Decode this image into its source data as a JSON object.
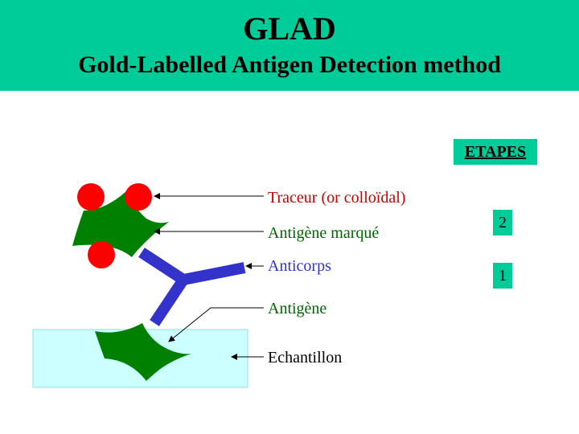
{
  "header": {
    "title": "GLAD",
    "subtitle": "Gold-Labelled Antigen Detection method"
  },
  "etapes": {
    "label": "ETAPES",
    "steps": [
      "2",
      "1"
    ]
  },
  "labels": {
    "traceur": "Traceur (or colloïdal)",
    "antigene_marque": "Antigène marqué",
    "anticorps": "Anticorps",
    "antigene": "Antigène",
    "echantillon": "Echantillon"
  },
  "colors": {
    "header_bg": "#00cc99",
    "gold_particle": "#ff0000",
    "antigen": "#008000",
    "antibody": "#3333cc",
    "sample": "#ccffff",
    "label_red": "#cc0000",
    "label_green": "#006600",
    "label_blue": "#3333cc",
    "label_black": "#000000"
  }
}
